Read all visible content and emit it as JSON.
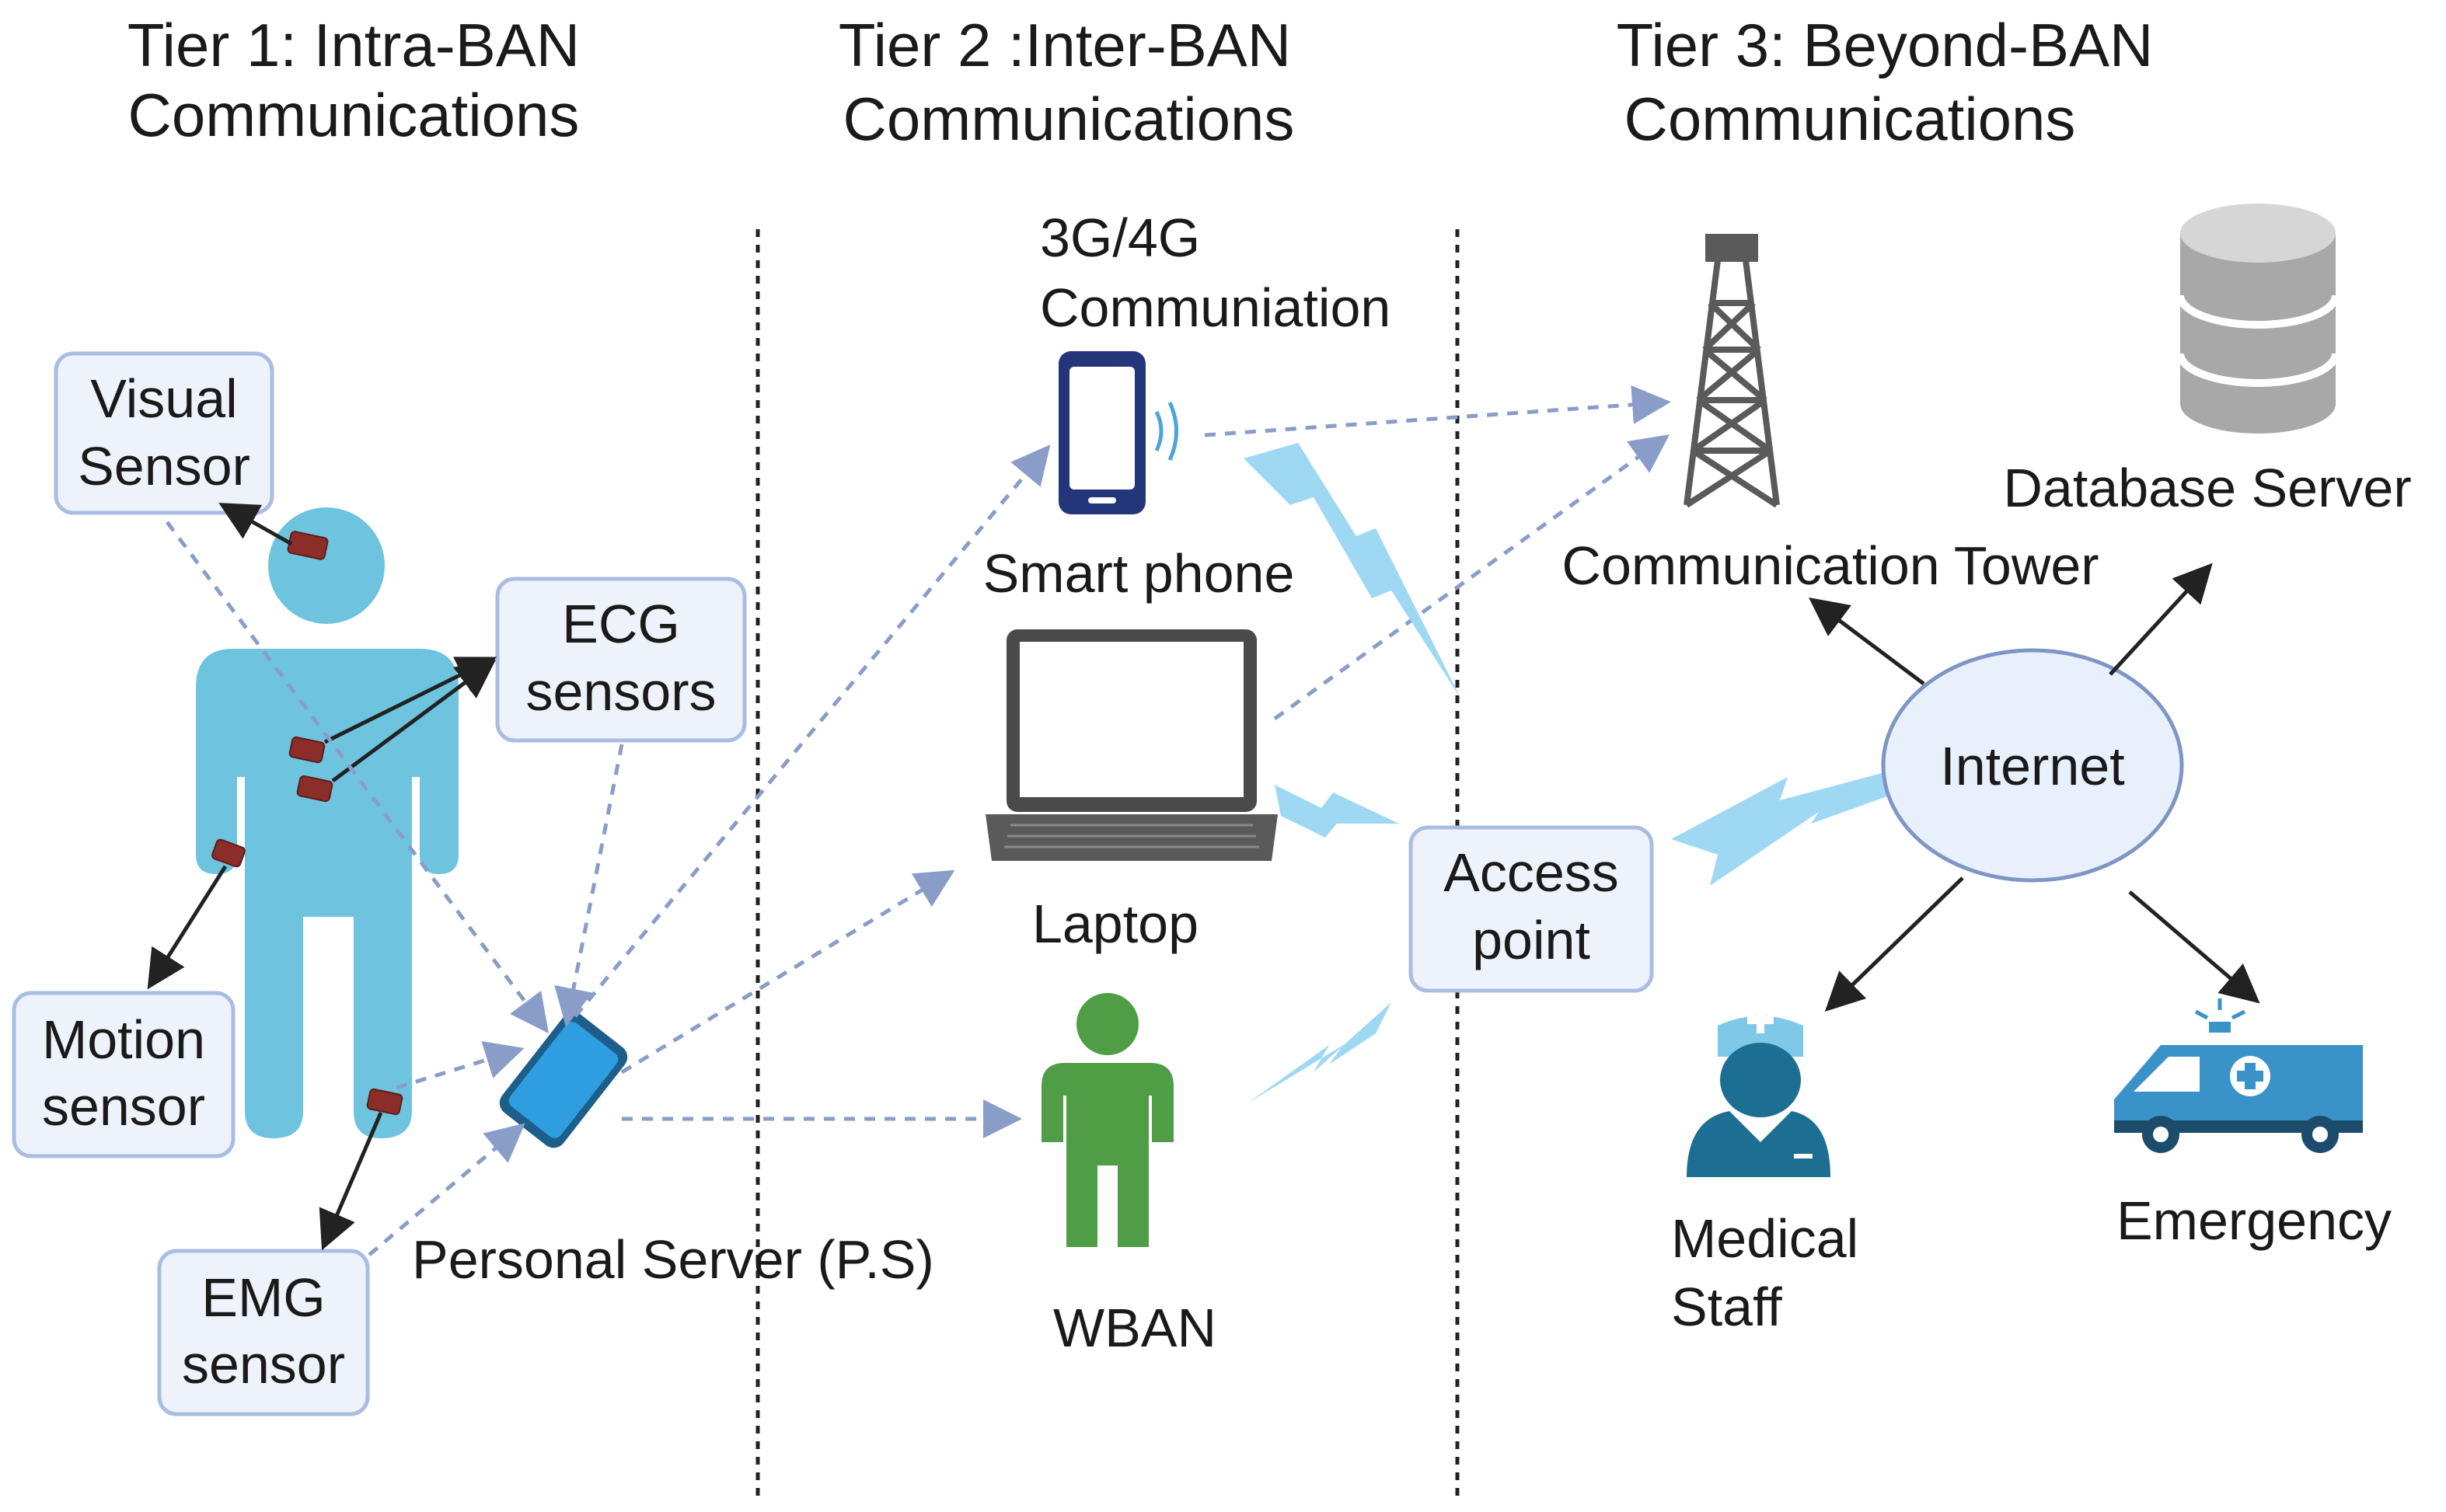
{
  "tiers": [
    {
      "line1": "Tier 1: Intra-BAN",
      "line2": "Communications"
    },
    {
      "line1": "Tier 2 :Inter-BAN",
      "line2": "Communications"
    },
    {
      "line1": "Tier 3: Beyond-BAN",
      "line2": "Communications"
    }
  ],
  "sensors": {
    "visual": [
      "Visual",
      "Sensor"
    ],
    "ecg": [
      "ECG",
      "sensors"
    ],
    "motion": [
      "Motion",
      "sensor"
    ],
    "emg": [
      "EMG",
      "sensor"
    ]
  },
  "personal_server": "Personal Server (P.S)",
  "tier2": {
    "comm": [
      "3G/4G",
      "Communiation"
    ],
    "smart_phone": "Smart phone",
    "laptop": "Laptop",
    "wban": "WBAN"
  },
  "access_point": [
    "Access",
    "point"
  ],
  "tier3": {
    "tower": "Communication Tower",
    "database": "Database Server",
    "internet": "Internet",
    "medical": [
      "Medical",
      "Staff"
    ],
    "emergency": "Emergency"
  },
  "colors": {
    "body": "#6ec3df",
    "sensor": "#8b2e2a",
    "dashed": "#8a9cc8",
    "lightning": "#9fd8f3",
    "box_fill": "#eef3fb",
    "box_stroke": "#a9bde3",
    "wban": "#4f9e45",
    "staff": "#1c6f93",
    "ambulance": "#3a93c8"
  }
}
